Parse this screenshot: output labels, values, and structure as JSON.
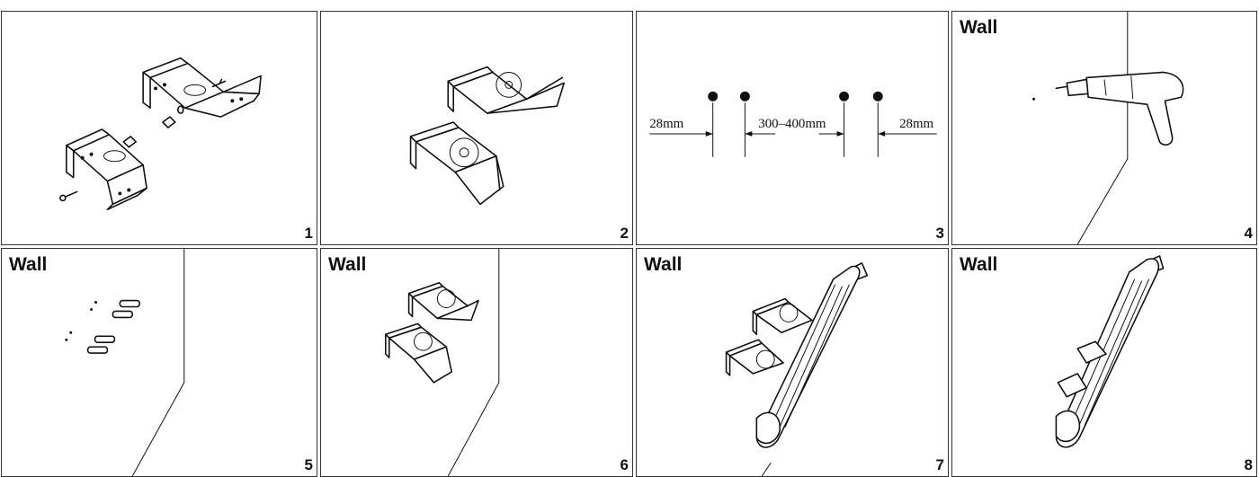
{
  "panels": [
    {
      "number": "1",
      "label": ""
    },
    {
      "number": "2",
      "label": ""
    },
    {
      "number": "3",
      "label": ""
    },
    {
      "number": "4",
      "label": "Wall"
    },
    {
      "number": "5",
      "label": "Wall"
    },
    {
      "number": "6",
      "label": "Wall"
    },
    {
      "number": "7",
      "label": "Wall"
    },
    {
      "number": "8",
      "label": "Wall"
    }
  ],
  "dimensions": {
    "left_edge": "28mm",
    "spacing": "300–400mm",
    "right_edge": "28mm"
  }
}
